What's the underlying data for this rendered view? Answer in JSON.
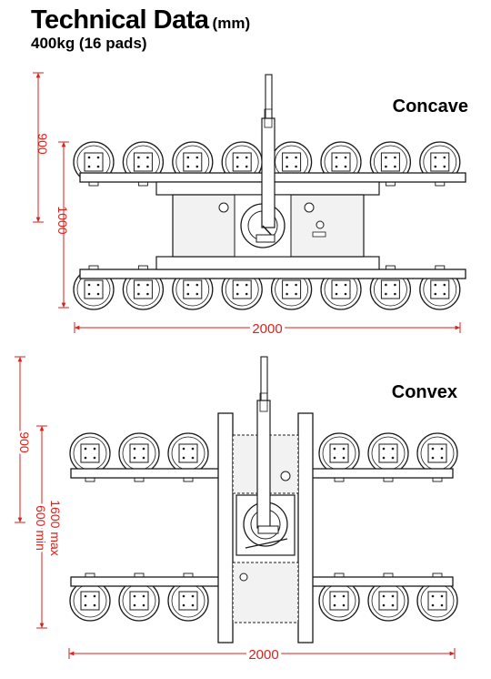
{
  "header": {
    "title": "Technical Data",
    "unit": "(mm)",
    "subtitle": "400kg (16 pads)"
  },
  "concave": {
    "label": "Concave",
    "dim_pad_spacing": "900",
    "dim_height": "1000",
    "dim_width": "2000"
  },
  "convex": {
    "label": "Convex",
    "dim_pad_spacing": "900",
    "dim_range_max": "1600 max",
    "dim_range_min": "600 min",
    "dim_width": "2000"
  },
  "colors": {
    "dimension": "#d9221c",
    "line": "#1a1a1a",
    "fill": "#f4f4f4"
  }
}
